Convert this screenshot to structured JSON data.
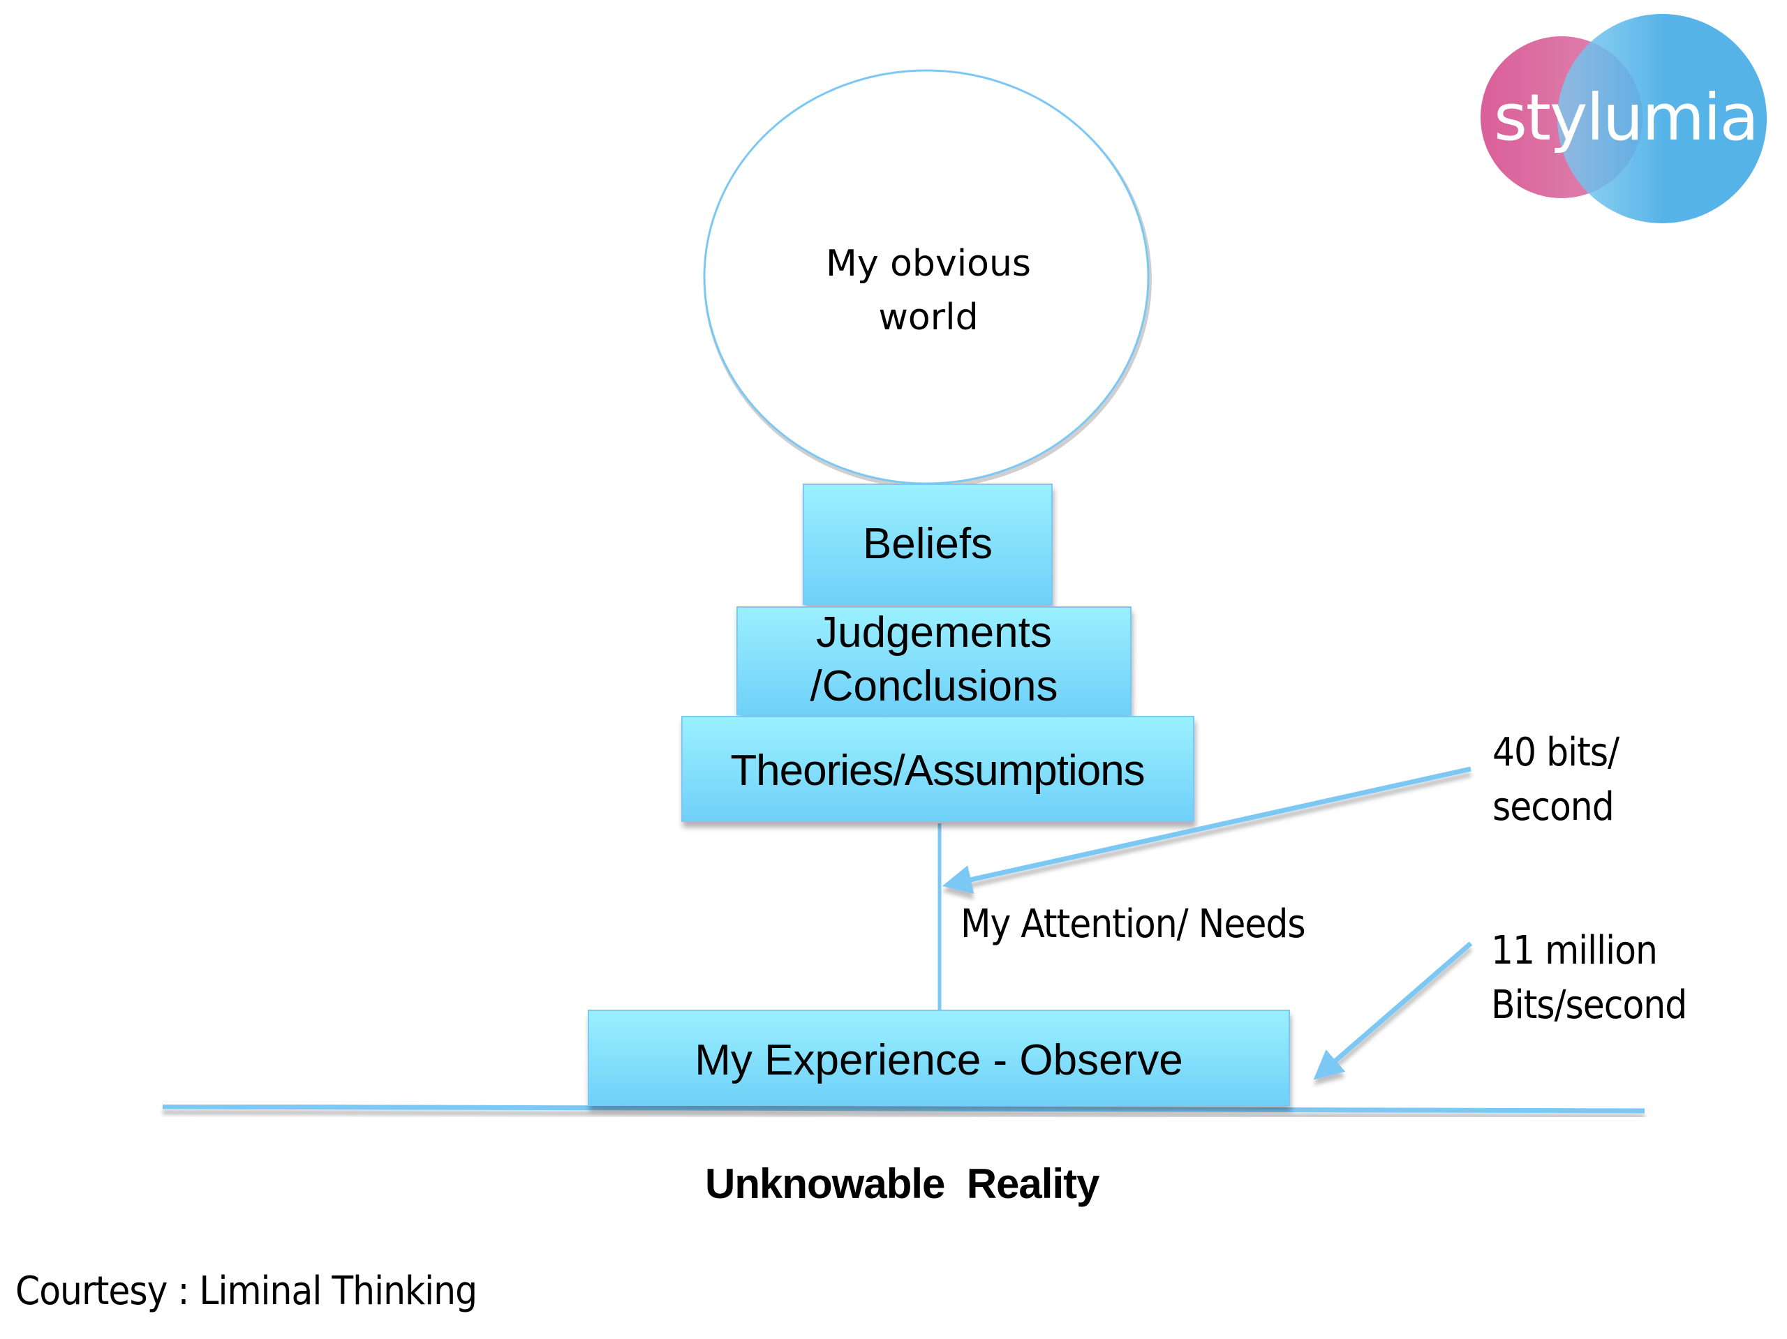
{
  "logo": {
    "text": "stylumia",
    "colors": {
      "pink": "#d95f98",
      "blue": "#4aaee6"
    }
  },
  "circle": {
    "label_line1": "My obvious",
    "label_line2": "world"
  },
  "stack": [
    {
      "id": "beliefs",
      "line1": "Beliefs",
      "line2": ""
    },
    {
      "id": "judgements",
      "line1": "Judgements",
      "line2": "/Conclusions"
    },
    {
      "id": "theories",
      "line1": "Theories/Assumptions",
      "line2": ""
    },
    {
      "id": "experience",
      "line1": "My Experience - Observe",
      "line2": ""
    }
  ],
  "annotations": {
    "attention": "My Attention/ Needs",
    "bits40_line1": "40 bits/",
    "bits40_line2": "second",
    "bits11m_line1": "11 million",
    "bits11m_line2": "Bits/second"
  },
  "footer": {
    "reality": "Unknowable  Reality",
    "courtesy": "Courtesy : Liminal Thinking"
  },
  "colors": {
    "box_top": "#9af0ff",
    "box_bottom": "#6fd0f8",
    "line": "#7cc8f4",
    "text": "#000000"
  }
}
